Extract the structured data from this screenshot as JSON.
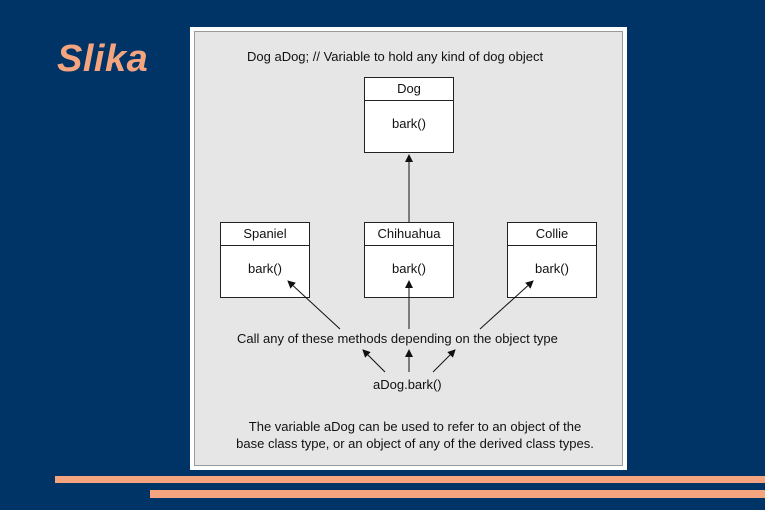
{
  "slide": {
    "title": "Slika"
  },
  "diagram": {
    "declaration": "Dog aDog;  // Variable to hold any kind of dog object",
    "base_class": {
      "name": "Dog",
      "method": "bark()"
    },
    "derived_classes": [
      {
        "name": "Spaniel",
        "method": "bark()"
      },
      {
        "name": "Chihuahua",
        "method": "bark()"
      },
      {
        "name": "Collie",
        "method": "bark()"
      }
    ],
    "call_note": "Call any of these methods depending on the object type",
    "call_expression": "aDog.bark()",
    "footnote_line1": "The variable aDog can be used to refer to an object of the",
    "footnote_line2": "base class type, or an object of any of the derived class types."
  },
  "colors": {
    "background": "#003366",
    "accent": "#f4a57f",
    "figure_background": "#e6e6e6"
  }
}
